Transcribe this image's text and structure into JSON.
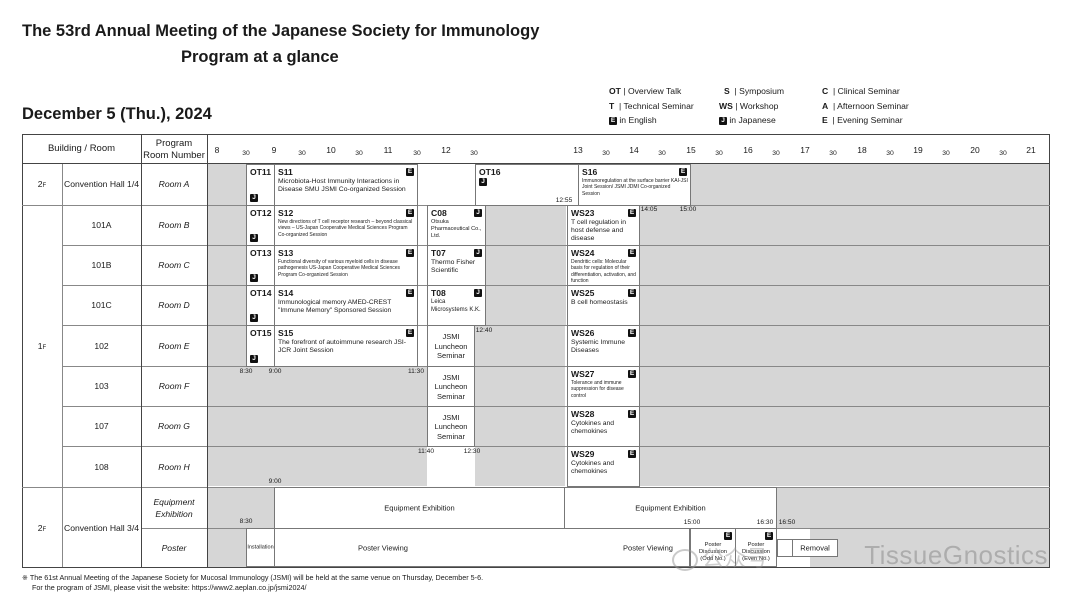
{
  "header": {
    "title": "The 53rd Annual Meeting of the Japanese Society for Immunology",
    "subtitle": "Program at a glance",
    "date": "December 5 (Thu.), 2024"
  },
  "legend": [
    {
      "code": "OT",
      "label": "Overview Talk"
    },
    {
      "code": "T",
      "label": "Technical Seminar"
    },
    {
      "code": "E",
      "label": "in English",
      "badge": true
    },
    {
      "code": "S",
      "label": "Symposium"
    },
    {
      "code": "WS",
      "label": "Workshop"
    },
    {
      "code": "J",
      "label": "in Japanese",
      "badge": true
    },
    {
      "code": "C",
      "label": "Clinical Seminar"
    },
    {
      "code": "A",
      "label": "Afternoon Seminar"
    },
    {
      "code": "E",
      "label": "Evening Seminar"
    }
  ],
  "table_headers": {
    "building": "Building / Room",
    "program_line1": "Program",
    "program_line2": "Room Number"
  },
  "hours": [
    "8",
    "9",
    "10",
    "11",
    "12",
    "13",
    "14",
    "15",
    "16",
    "17",
    "18",
    "19",
    "20",
    "21"
  ],
  "half_label": "30",
  "floors": {
    "f2_top": "2",
    "f1": "1",
    "f2_bottom": "2",
    "suffix": "F"
  },
  "rows": [
    {
      "building": "Convention Hall 1/4",
      "room": "Room A"
    },
    {
      "building": "101A",
      "room": "Room B"
    },
    {
      "building": "101B",
      "room": "Room C"
    },
    {
      "building": "101C",
      "room": "Room D"
    },
    {
      "building": "102",
      "room": "Room E"
    },
    {
      "building": "103",
      "room": "Room F"
    },
    {
      "building": "107",
      "room": "Room G"
    },
    {
      "building": "108",
      "room": "Room H"
    },
    {
      "building": "Convention Hall 3/4",
      "room_line1": "Equipment",
      "room_line2": "Exhibition"
    },
    {
      "room": "Poster"
    }
  ],
  "sessions": {
    "OT11": {
      "code": "OT11"
    },
    "S11": {
      "code": "S11",
      "desc": "Microbiota-Host Immunity Interactions in Disease SMU JSMI Co-organized Session"
    },
    "OT16": {
      "code": "OT16"
    },
    "S16": {
      "code": "S16",
      "desc": "Immunoregulation at the surface barrier KAI-JSI Joint Session/ JSMI JDMI Co-organized Session"
    },
    "OT12": {
      "code": "OT12"
    },
    "S12": {
      "code": "S12",
      "desc": "New directions of T cell receptor research – beyond classical views – US-Japan Cooperative Medical Sciences Program Co-organized Session"
    },
    "C08": {
      "code": "C08",
      "desc": "Otsuka Pharmaceutical Co., Ltd."
    },
    "WS23": {
      "code": "WS23",
      "desc": "T cell regulation in host defense and disease"
    },
    "OT13": {
      "code": "OT13"
    },
    "S13": {
      "code": "S13",
      "desc": "Functional diversity of various myeloid cells in disease pathogenesis US-Japan Cooperative Medical Sciences Program Co-organized Session"
    },
    "T07": {
      "code": "T07",
      "desc": "Thermo Fisher Scientific"
    },
    "WS24": {
      "code": "WS24",
      "desc": "Dendritic cells: Molecular basis for regulation of their differentiation, activation, and function"
    },
    "OT14": {
      "code": "OT14"
    },
    "S14": {
      "code": "S14",
      "desc": "Immunological memory AMED-CREST \"Immune Memory\" Sponsored Session"
    },
    "T08": {
      "code": "T08",
      "desc": "Leica Microsystems K.K."
    },
    "WS25": {
      "code": "WS25",
      "desc": "B cell homeostasis"
    },
    "OT15": {
      "code": "OT15"
    },
    "S15": {
      "code": "S15",
      "desc": "The forefront of autoimmune research JSI-JCR Joint Session"
    },
    "WS26": {
      "code": "WS26",
      "desc": "Systemic Immune Diseases"
    },
    "WS27": {
      "code": "WS27",
      "desc": "Tolerance and immune suppression for disease control"
    },
    "WS28": {
      "code": "WS28",
      "desc": "Cytokines and chemokines"
    },
    "WS29": {
      "code": "WS29",
      "desc": "Cytokines and chemokines"
    },
    "luncheon": "JSMI Luncheon Seminar",
    "equipment": "Equipment Exhibition",
    "installation": "Installation",
    "poster_viewing": "Poster Viewing",
    "poster_disc_odd": "Poster Discussion (Odd No.)",
    "poster_disc_even": "Poster Discussion (Even No.)",
    "removal": "Removal"
  },
  "time_labels": {
    "t1255": "12:55",
    "t1405": "14:05",
    "t1500a": "15:00",
    "t1240": "12:40",
    "t0830a": "8:30",
    "t0900a": "9:00",
    "t1130": "11:30",
    "t1140": "11:40",
    "t1230": "12:30",
    "t0900b": "9:00",
    "t0830b": "8:30",
    "t1500b": "15:00",
    "t1630": "16:30",
    "t1650": "16:50"
  },
  "footnotes": {
    "line1": "※ The 61st Annual Meeting of the Japanese Society for Mucosal Immunology (JSMI) will be held at the same venue on Thursday, December 5-6.",
    "line2": "For the program of JSMI, please visit the website: https://www2.aeplan.co.jp/jsmi2024/"
  },
  "watermark": {
    "brand": "TissueGnostics",
    "cn": "公众号"
  },
  "colors": {
    "closed": "#d6d6d6",
    "grid_line": "#888888",
    "badge": "#111111"
  }
}
